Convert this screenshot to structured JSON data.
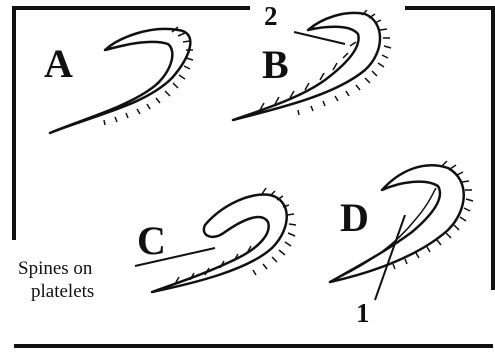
{
  "panels": [
    {
      "id": "A",
      "label": "A"
    },
    {
      "id": "B",
      "label": "B"
    },
    {
      "id": "C",
      "label": "C"
    },
    {
      "id": "D",
      "label": "D"
    }
  ],
  "callouts": {
    "num_2": "2",
    "num_1": "1",
    "spines_line1": "Spines on",
    "spines_line2": "platelets"
  },
  "colors": {
    "ink": "#111111",
    "background": "#ffffff"
  }
}
